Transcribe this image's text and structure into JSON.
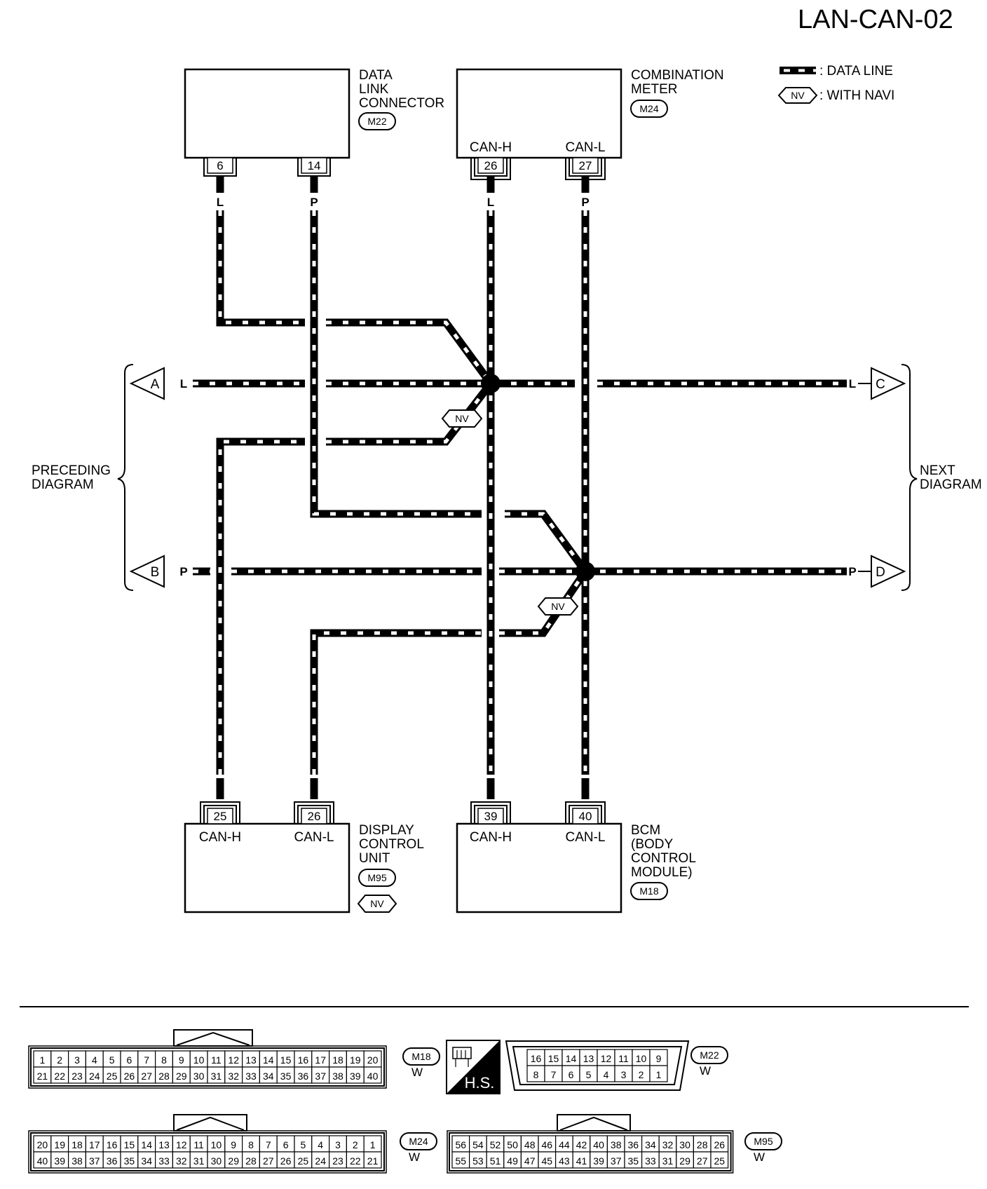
{
  "title": "LAN-CAN-02",
  "legend": {
    "data_line": ": DATA LINE",
    "nv_symbol": "NV",
    "with_navi": ": WITH NAVI"
  },
  "side_labels": {
    "preceding": [
      "PRECEDING",
      "DIAGRAM"
    ],
    "next": [
      "NEXT",
      "DIAGRAM"
    ]
  },
  "off_page": {
    "A": "A",
    "B": "B",
    "C": "C",
    "D": "D"
  },
  "wire_colors": {
    "L": "L",
    "P": "P"
  },
  "components": {
    "dlc": {
      "lines": [
        "DATA",
        "LINK",
        "CONNECTOR"
      ],
      "connector": "M22",
      "pins": [
        {
          "num": "6",
          "color": "L"
        },
        {
          "num": "14",
          "color": "P"
        }
      ]
    },
    "meter": {
      "lines": [
        "COMBINATION",
        "METER"
      ],
      "connector": "M24",
      "pin_labels": [
        "CAN-H",
        "CAN-L"
      ],
      "pins": [
        {
          "num": "26",
          "color": "L"
        },
        {
          "num": "27",
          "color": "P"
        }
      ]
    },
    "dcu": {
      "lines": [
        "DISPLAY",
        "CONTROL",
        "UNIT"
      ],
      "connector": "M95",
      "option": "NV",
      "pin_labels": [
        "CAN-H",
        "CAN-L"
      ],
      "pins": [
        {
          "num": "25",
          "color": "L"
        },
        {
          "num": "26",
          "color": "P"
        }
      ]
    },
    "bcm": {
      "lines": [
        "BCM",
        "(BODY",
        "CONTROL",
        "MODULE)"
      ],
      "connector": "M18",
      "pin_labels": [
        "CAN-H",
        "CAN-L"
      ],
      "pins": [
        {
          "num": "39",
          "color": "L"
        },
        {
          "num": "40",
          "color": "P"
        }
      ]
    }
  },
  "nv_markers": [
    "NV",
    "NV"
  ],
  "connector_views": {
    "m18": {
      "id": "M18",
      "color": "W",
      "rows": [
        [
          "1",
          "2",
          "3",
          "4",
          "5",
          "6",
          "7",
          "8",
          "9",
          "10",
          "11",
          "12",
          "13",
          "14",
          "15",
          "16",
          "17",
          "18",
          "19",
          "20"
        ],
        [
          "21",
          "22",
          "23",
          "24",
          "25",
          "26",
          "27",
          "28",
          "29",
          "30",
          "31",
          "32",
          "33",
          "34",
          "35",
          "36",
          "37",
          "38",
          "39",
          "40"
        ]
      ]
    },
    "m22": {
      "id": "M22",
      "color": "W",
      "rows": [
        [
          "16",
          "15",
          "14",
          "13",
          "12",
          "11",
          "10",
          "9"
        ],
        [
          "8",
          "7",
          "6",
          "5",
          "4",
          "3",
          "2",
          "1"
        ]
      ]
    },
    "m24": {
      "id": "M24",
      "color": "W",
      "rows": [
        [
          "20",
          "19",
          "18",
          "17",
          "16",
          "15",
          "14",
          "13",
          "12",
          "11",
          "10",
          "9",
          "8",
          "7",
          "6",
          "5",
          "4",
          "3",
          "2",
          "1"
        ],
        [
          "40",
          "39",
          "38",
          "37",
          "36",
          "35",
          "34",
          "33",
          "32",
          "31",
          "30",
          "29",
          "28",
          "27",
          "26",
          "25",
          "24",
          "23",
          "22",
          "21"
        ]
      ]
    },
    "m95": {
      "id": "M95",
      "color": "W",
      "rows": [
        [
          "56",
          "54",
          "52",
          "50",
          "48",
          "46",
          "44",
          "42",
          "40",
          "38",
          "36",
          "34",
          "32",
          "30",
          "28",
          "26"
        ],
        [
          "55",
          "53",
          "51",
          "49",
          "47",
          "45",
          "43",
          "41",
          "39",
          "37",
          "35",
          "33",
          "31",
          "29",
          "27",
          "25"
        ]
      ]
    }
  },
  "hs_label": "H.S."
}
